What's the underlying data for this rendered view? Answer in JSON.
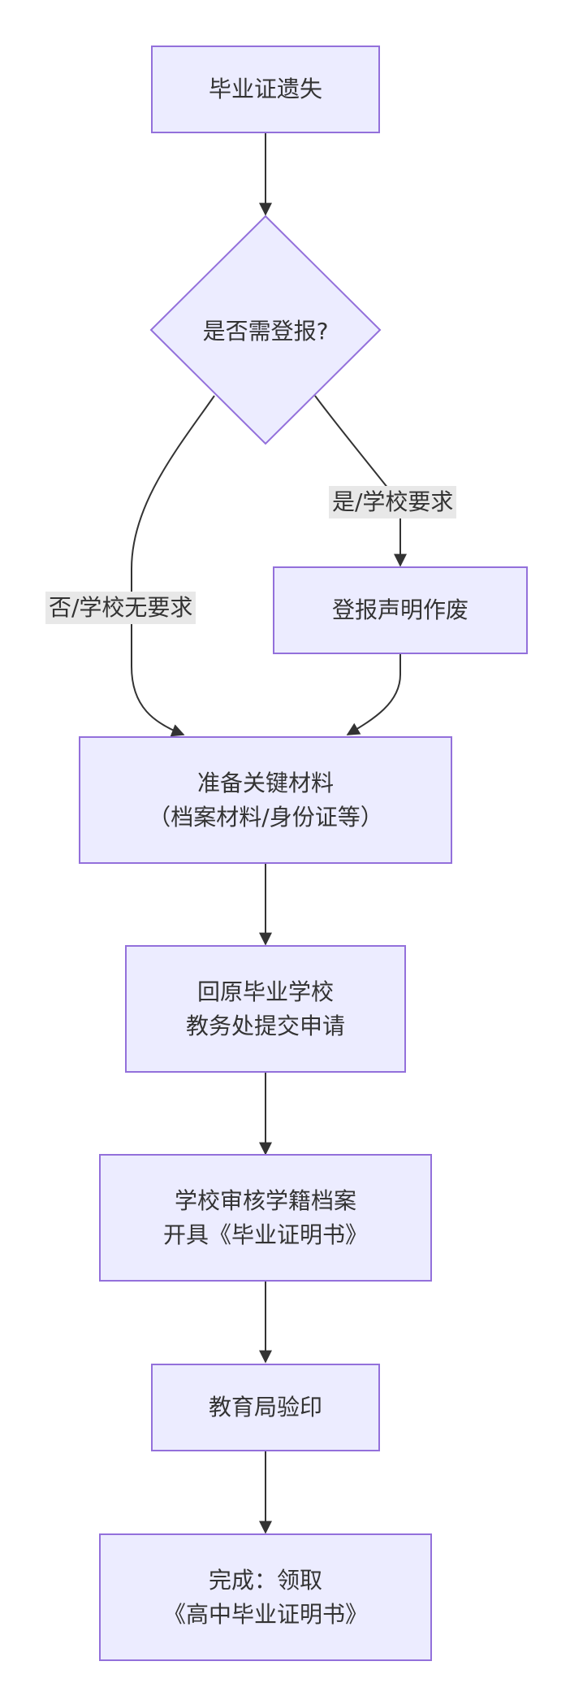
{
  "nodes": {
    "start": {
      "lines": [
        "毕业证遗失"
      ]
    },
    "decision": {
      "lines": [
        "是否需登报?"
      ]
    },
    "publish": {
      "lines": [
        "登报声明作废"
      ]
    },
    "prepare": {
      "lines": [
        "准备关键材料",
        "（档案材料/身份证等）"
      ]
    },
    "submit": {
      "lines": [
        "回原毕业学校",
        "教务处提交申请"
      ]
    },
    "review": {
      "lines": [
        "学校审核学籍档案",
        "开具《毕业证明书》"
      ]
    },
    "stamp": {
      "lines": [
        "教育局验印"
      ]
    },
    "finish": {
      "lines": [
        "完成：领取",
        "《高中毕业证明书》"
      ]
    }
  },
  "edges": {
    "yes_label": "是/学校要求",
    "no_label": "否/学校无要求"
  },
  "colors": {
    "node_fill": "#ECECFF",
    "node_stroke": "#9370DB",
    "edge": "#333333",
    "label_bg": "#e8e8e8"
  }
}
